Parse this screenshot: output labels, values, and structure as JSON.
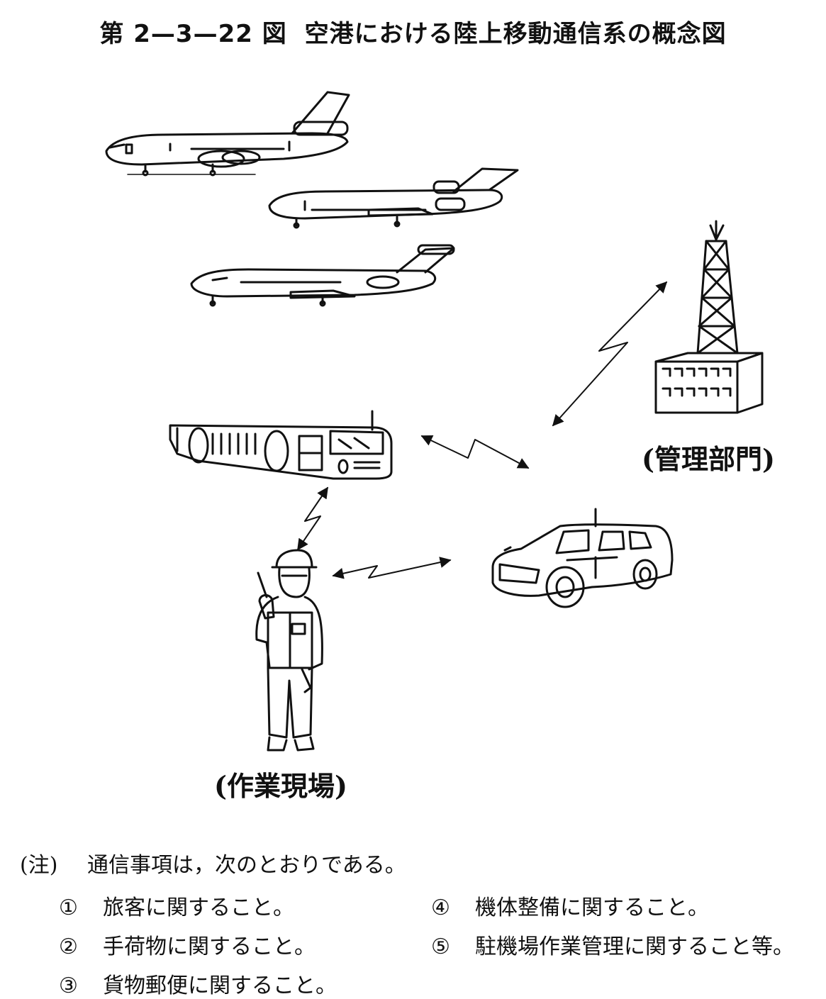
{
  "title": {
    "figure_no": "第 2—3—22 図",
    "caption": "空港における陸上移動通信系の概念図"
  },
  "labels": {
    "management": "(管理部門)",
    "worksite": "(作業現場)"
  },
  "notes": {
    "prefix": "(注)",
    "intro": "通信事項は，次のとおりである。",
    "items": [
      {
        "num": "①",
        "text": "旅客に関すること。"
      },
      {
        "num": "②",
        "text": "手荷物に関すること。"
      },
      {
        "num": "③",
        "text": "貨物郵便に関すること。"
      },
      {
        "num": "④",
        "text": "機体整備に関すること。"
      },
      {
        "num": "⑤",
        "text": "駐機場作業管理に関すること等。"
      }
    ]
  }
}
